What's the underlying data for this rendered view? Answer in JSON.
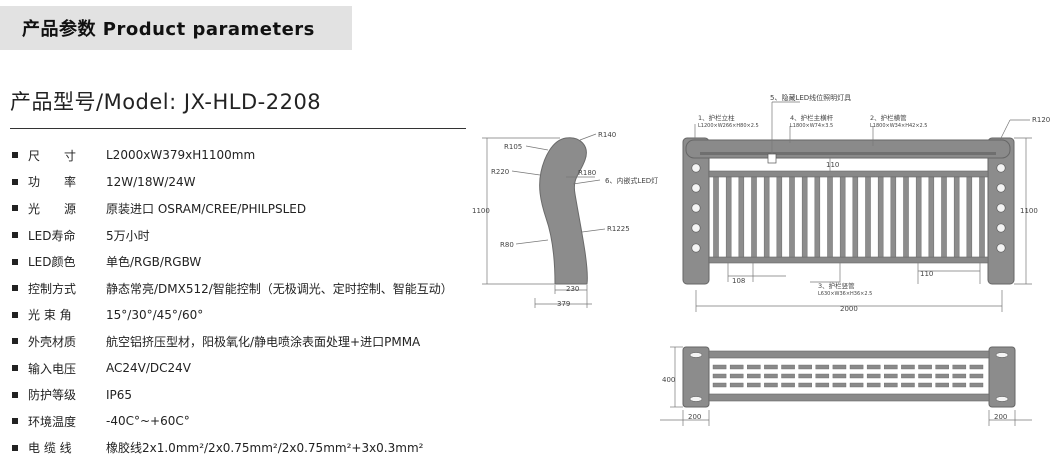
{
  "header": {
    "title": "产品参数  Product parameters"
  },
  "model": {
    "title": "产品型号/Model: JX-HLD-2208"
  },
  "specs": [
    {
      "label": "尺　　寸",
      "value": "L2000xW379xH1100mm"
    },
    {
      "label": "功　　率",
      "value": "12W/18W/24W"
    },
    {
      "label": "光　　源",
      "value": "原装进口 OSRAM/CREE/PHILPSLED"
    },
    {
      "label": "LED寿命",
      "value": "5万小时"
    },
    {
      "label": "LED颜色",
      "value": "单色/RGB/RGBW"
    },
    {
      "label": "控制方式",
      "value": "静态常亮/DMX512/智能控制（无极调光、定时控制、智能互动）"
    },
    {
      "label": "光 束 角",
      "value": "15°/30°/45°/60°"
    },
    {
      "label": "外壳材质",
      "value": "航空铝挤压型材，阳极氧化/静电喷涂表面处理+进口PMMA"
    },
    {
      "label": "输入电压",
      "value": "AC24V/DC24V"
    },
    {
      "label": "防护等级",
      "value": "IP65"
    },
    {
      "label": "环境温度",
      "value": "-40C°~+60C°"
    },
    {
      "label": "电 缆 线",
      "value": "橡胶线2x1.0mm²/2x0.75mm²/2x0.75mm²+3x0.3mm²"
    }
  ],
  "side_view": {
    "r140": "R140",
    "r105": "R105",
    "r220": "R220",
    "r180": "R180",
    "h1100": "1100",
    "r1225": "R1225",
    "r80": "R80",
    "w230": "230",
    "w379": "379",
    "callout6": "6、内嵌式LED灯"
  },
  "front_view": {
    "c5": "5、隐藏LED线位照明灯具",
    "c1a": "1、护栏立柱",
    "c1b": "L1200×W266×H80×2.5",
    "c4a": "4、护栏主横杆",
    "c4b": "L1800×W74×3.5",
    "c2a": "2、护栏横管",
    "c2b": "L1800×W34×H42×2.5",
    "r120": "R120",
    "d110a": "110",
    "d1100": "1100",
    "d110b": "110",
    "d108": "108",
    "c3a": "3、护栏竖管",
    "c3b": "L630×W36×H36×2.5",
    "d2000": "2000"
  },
  "top_view": {
    "d400": "400",
    "d200a": "200",
    "d200b": "200"
  },
  "colors": {
    "metal": "#8c8c8c",
    "metal_dark": "#6e6e6e",
    "line": "#555555"
  }
}
